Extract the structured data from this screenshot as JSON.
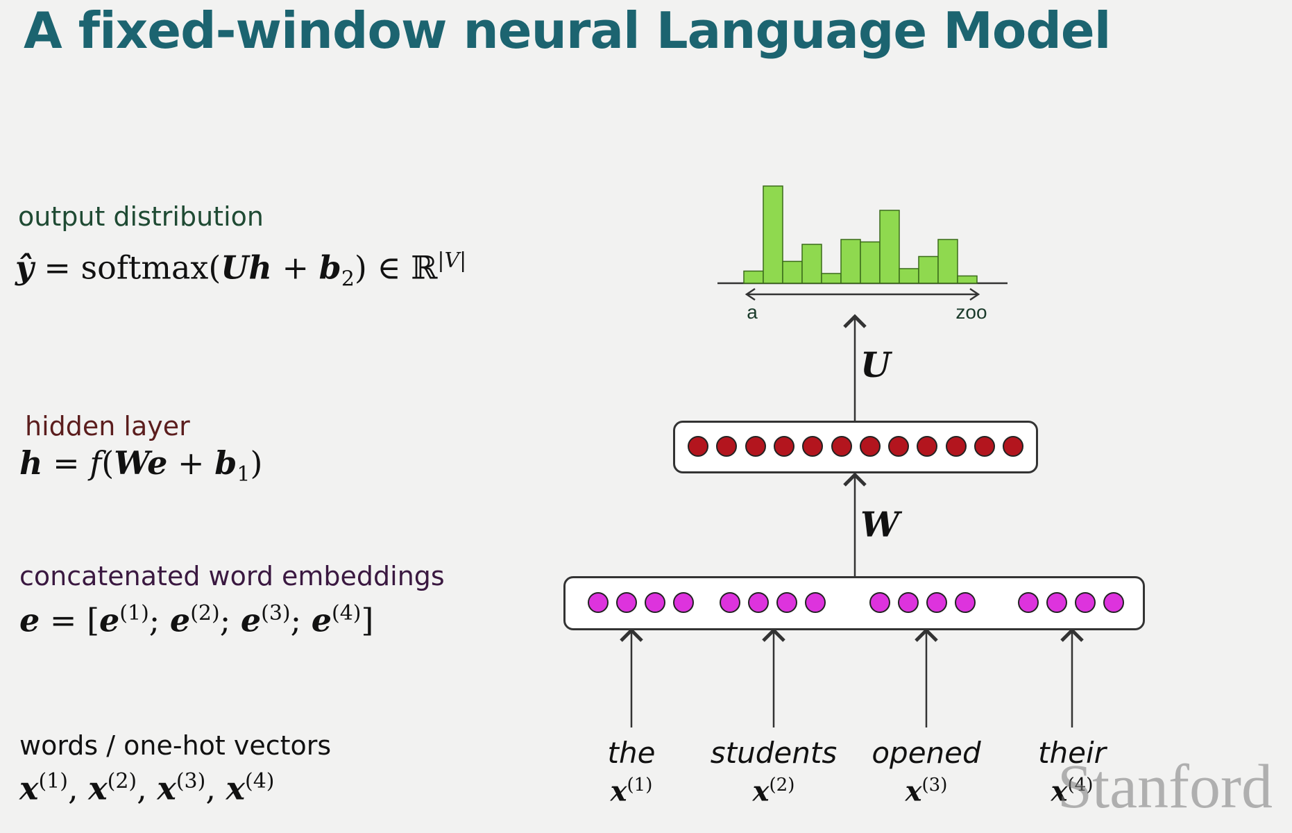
{
  "title": "A fixed-window neural Language Model",
  "labels": {
    "output": "output distribution",
    "hidden": "hidden layer",
    "embeddings": "concatenated word embeddings",
    "words": "words / one-hot vectors"
  },
  "matrices": {
    "u": "U",
    "w": "W"
  },
  "axis": {
    "start": "a",
    "end": "zoo"
  },
  "words": [
    {
      "word": "the",
      "index": "(1)"
    },
    {
      "word": "students",
      "index": "(2)"
    },
    {
      "word": "opened",
      "index": "(3)"
    },
    {
      "word": "their",
      "index": "(4)"
    }
  ],
  "watermark": "Stanford",
  "colors": {
    "title": "#1c6470",
    "hidden_dot": "#b3151e",
    "embedding_dot": "#dd33dd",
    "bar": "#8fd94f"
  },
  "chart_data": {
    "type": "bar",
    "values": [
      0.05,
      0.4,
      0.09,
      0.16,
      0.04,
      0.18,
      0.17,
      0.3,
      0.06,
      0.11,
      0.18,
      0.03
    ],
    "units": "relative probability"
  }
}
